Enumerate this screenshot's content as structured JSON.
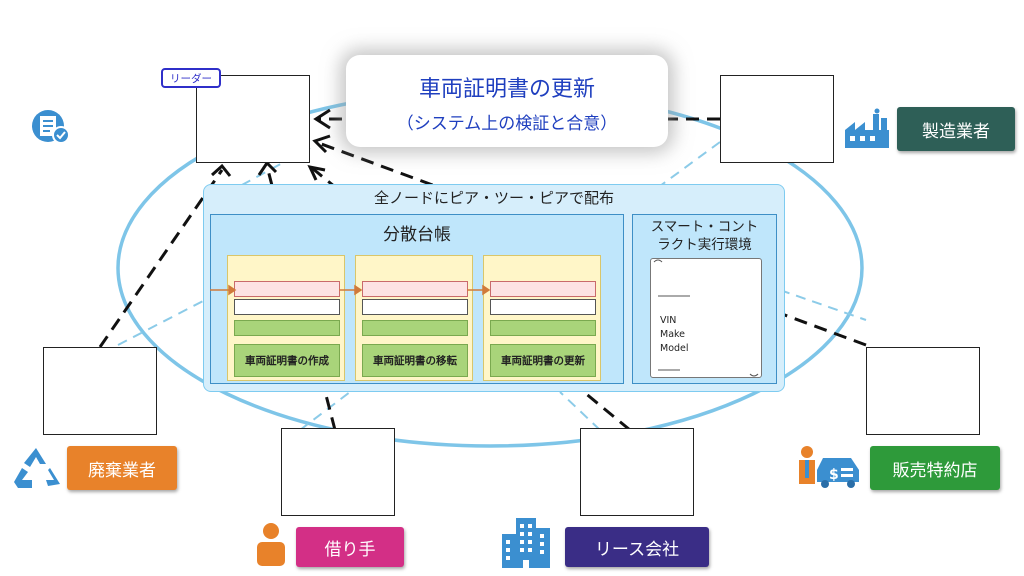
{
  "title": {
    "main": "車両証明書の更新",
    "sub": "（システム上の検証と合意）"
  },
  "leader_tag": "リーダー",
  "network_label": "全ノードにピア・ツー・ピアで配布",
  "ledger": {
    "title": "分散台帳",
    "blocks": [
      {
        "label": "車両証明書の作成"
      },
      {
        "label": "車両証明書の移転"
      },
      {
        "label": "車両証明書の更新"
      }
    ]
  },
  "smart_contract": {
    "title_line1": "スマート・コント",
    "title_line2": "ラクト実行環境",
    "fields": [
      "VIN",
      "Make",
      "Model"
    ]
  },
  "participants": {
    "manufacturer": "製造業者",
    "scrapper": "廃棄業者",
    "dealer": "販売特約店",
    "borrower": "借り手",
    "leasing": "リース会社"
  },
  "colors": {
    "manufacturer": "#2e5f57",
    "scrapper": "#e8822a",
    "dealer": "#2e9a3a",
    "borrower": "#d32f86",
    "leasing": "#3a2d86",
    "ellipse": "#7ec5e8",
    "icon": "#3b8fd0"
  }
}
